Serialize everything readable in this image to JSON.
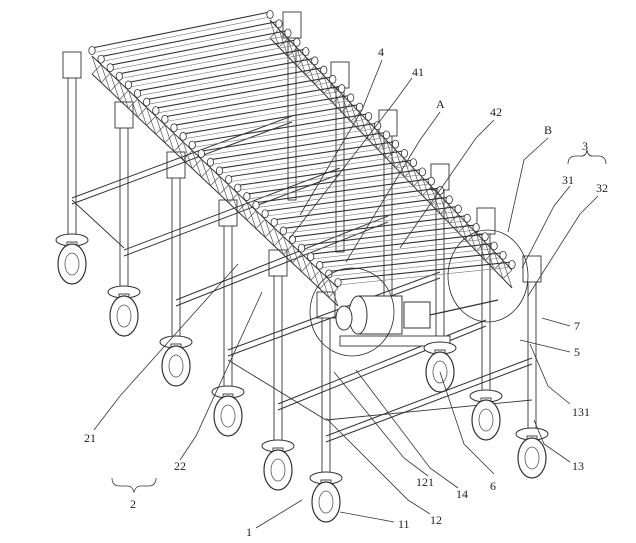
{
  "figure": {
    "labels": {
      "l4": "4",
      "l41": "41",
      "lA": "A",
      "l42": "42",
      "lB": "B",
      "l3": "3",
      "l31": "31",
      "l32": "32",
      "l7": "7",
      "l5": "5",
      "l131": "131",
      "l13": "13",
      "l6": "6",
      "l14": "14",
      "l121": "121",
      "l12": "12",
      "l11": "11",
      "l1": "1",
      "l2": "2",
      "l21": "21",
      "l22": "22"
    }
  }
}
